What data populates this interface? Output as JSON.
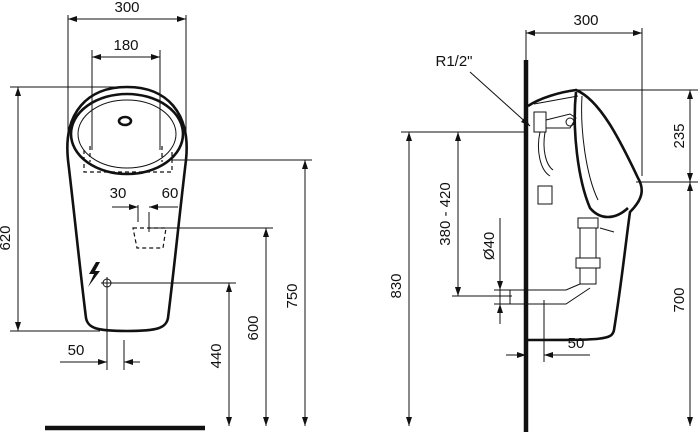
{
  "front_view": {
    "width_overall": "300",
    "inlet_width": "180",
    "offset_left": "30",
    "offset_right": "60",
    "height_body": "620",
    "power_offset": "50",
    "height_power": "440",
    "height_outlet": "600",
    "height_top": "750"
  },
  "side_view": {
    "thread": "R1/2\"",
    "depth": "300",
    "height_inlet": "235",
    "range_inlet": "380 - 420",
    "pipe_diameter": "Ø40",
    "height_total": "830",
    "height_outlet": "700",
    "outlet_offset": "50"
  },
  "icons": [
    "power-supply-icon"
  ],
  "colors": {
    "line": "#111111",
    "background": "#ffffff"
  }
}
